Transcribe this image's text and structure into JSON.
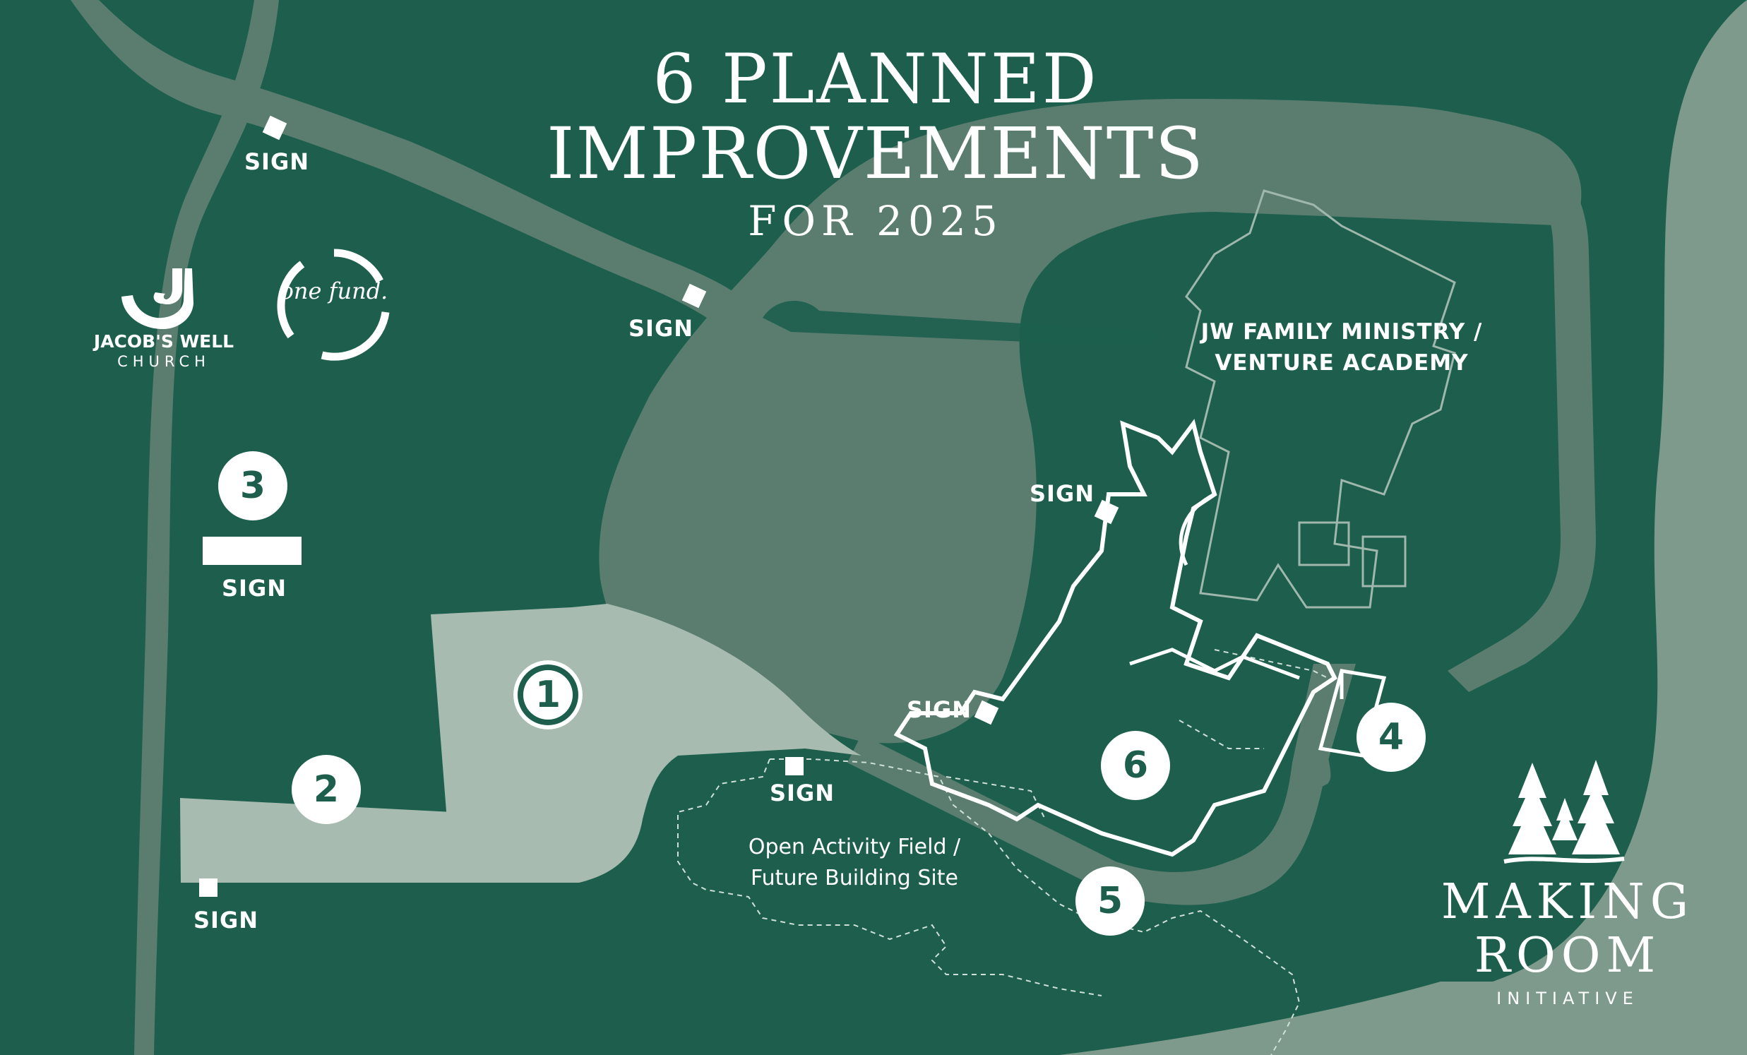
{
  "title": {
    "line1": "6 PLANNED",
    "line2": "IMPROVEMENTS",
    "line3": "FOR 2025"
  },
  "colors": {
    "background": "#1d5f4c",
    "roads": "#5a7d70",
    "parking": "#7a9a8d",
    "new_parking": "#a8bbb1",
    "outer_land": "#7d9a8c",
    "accent": "#ffffff"
  },
  "logos": {
    "church_name": "JACOB'S WELL",
    "church_sub": "CHURCH",
    "fund_name": "one fund.",
    "initiative_line1": "MAKING",
    "initiative_line2": "ROOM",
    "initiative_line3": "INITIATIVE"
  },
  "buildings": {
    "family_ministry_line1": "JW FAMILY MINISTRY /",
    "family_ministry_line2": "VENTURE ACADEMY"
  },
  "field": {
    "line1": "Open Activity Field /",
    "line2": "Future Building Site"
  },
  "sign_label": "SIGN",
  "signs": [
    {
      "id": "sign-top-left",
      "label": "SIGN"
    },
    {
      "id": "sign-top-mid",
      "label": "SIGN"
    },
    {
      "id": "sign-large",
      "label": "SIGN"
    },
    {
      "id": "sign-right-building",
      "label": "SIGN"
    },
    {
      "id": "sign-lower-mid",
      "label": "SIGN"
    },
    {
      "id": "sign-field",
      "label": "SIGN"
    },
    {
      "id": "sign-bottom-left",
      "label": "SIGN"
    }
  ],
  "improvements": [
    {
      "number": "1",
      "icon": "numbered-marker"
    },
    {
      "number": "2",
      "icon": "numbered-marker"
    },
    {
      "number": "3",
      "icon": "numbered-marker"
    },
    {
      "number": "4",
      "icon": "numbered-marker"
    },
    {
      "number": "5",
      "icon": "numbered-marker"
    },
    {
      "number": "6",
      "icon": "numbered-marker"
    }
  ]
}
